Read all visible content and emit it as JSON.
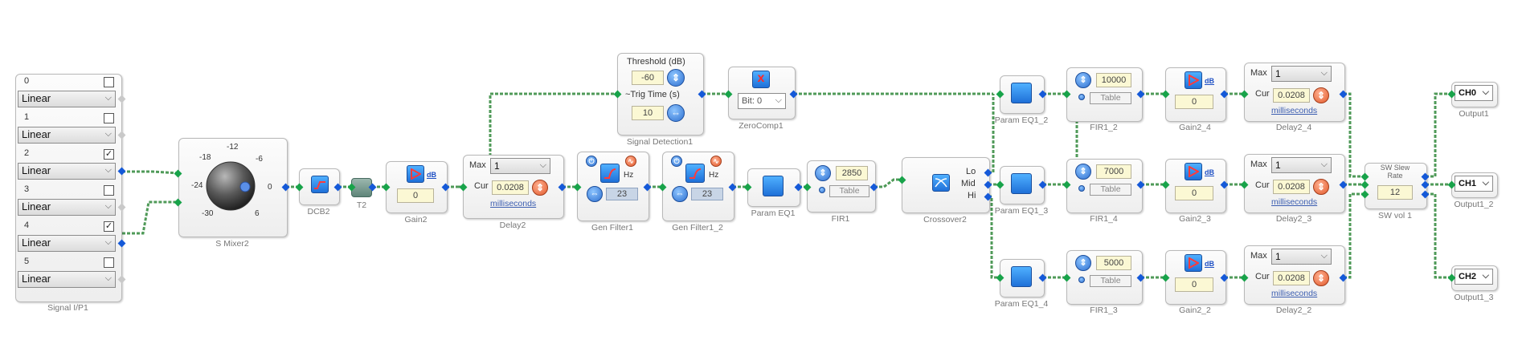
{
  "colors": {
    "wire": "#4f9a58",
    "input_port": "#18a34a",
    "output_port": "#1559d8",
    "value_bg": "#fbf8d4"
  },
  "signal_input": {
    "caption": "Signal I/P1",
    "channels": [
      {
        "num": "0",
        "mode": "Linear",
        "checked": ""
      },
      {
        "num": "1",
        "mode": "Linear",
        "checked": ""
      },
      {
        "num": "2",
        "mode": "Linear",
        "checked": "✓"
      },
      {
        "num": "3",
        "mode": "Linear",
        "checked": ""
      },
      {
        "num": "4",
        "mode": "Linear",
        "checked": "✓"
      },
      {
        "num": "5",
        "mode": "Linear",
        "checked": ""
      }
    ]
  },
  "s_mixer": {
    "caption": "S Mixer2",
    "ticks": [
      "-12",
      "-18",
      "-6",
      "-24",
      "0",
      "-30",
      "6"
    ],
    "knob_icon": "knob-icon"
  },
  "dcb": {
    "caption": "DCB2",
    "icon": "dc-block-icon"
  },
  "t2": {
    "caption": "T2"
  },
  "gain2": {
    "caption": "Gain2",
    "value": "0",
    "unit": "dB"
  },
  "delay2": {
    "caption": "Delay2",
    "max_label": "Max",
    "max_value": "1",
    "cur_label": "Cur",
    "cur_value": "0.0208",
    "unit": "milliseconds"
  },
  "signal_detection": {
    "caption": "Signal Detection1",
    "threshold_label": "Threshold (dB)",
    "threshold_value": "-60",
    "trig_label": "~Trig Time (s)",
    "trig_value": "10"
  },
  "zerocomp": {
    "caption": "ZeroComp1",
    "bit_label": "Bit: 0"
  },
  "gen_filter1": {
    "caption": "Gen Filter1",
    "hz": "Hz",
    "value": "23"
  },
  "gen_filter1_2": {
    "caption": "Gen Filter1_2",
    "hz": "Hz",
    "value": "23"
  },
  "param_eq1": {
    "caption": "Param EQ1"
  },
  "fir1": {
    "caption": "FIR1",
    "value": "2850",
    "table": "Table"
  },
  "crossover2": {
    "caption": "Crossover2",
    "lo": "Lo",
    "mid": "Mid",
    "hi": "Hi"
  },
  "param_eq1_2": {
    "caption": "Param EQ1_2"
  },
  "param_eq1_3": {
    "caption": "Param EQ1_3"
  },
  "param_eq1_4": {
    "caption": "Param EQ1_4"
  },
  "fir1_2": {
    "caption": "FIR1_2",
    "value": "10000",
    "table": "Table"
  },
  "fir1_4": {
    "caption": "FIR1_4",
    "value": "7000",
    "table": "Table"
  },
  "fir1_3": {
    "caption": "FIR1_3",
    "value": "5000",
    "table": "Table"
  },
  "gain2_4": {
    "caption": "Gain2_4",
    "value": "0",
    "unit": "dB"
  },
  "gain2_3": {
    "caption": "Gain2_3",
    "value": "0",
    "unit": "dB"
  },
  "gain2_2": {
    "caption": "Gain2_2",
    "value": "0",
    "unit": "dB"
  },
  "delay2_4": {
    "caption": "Delay2_4",
    "max_label": "Max",
    "max_value": "1",
    "cur_label": "Cur",
    "cur_value": "0.0208",
    "unit": "milliseconds"
  },
  "delay2_3": {
    "caption": "Delay2_3",
    "max_label": "Max",
    "max_value": "1",
    "cur_label": "Cur",
    "cur_value": "0.0208",
    "unit": "milliseconds"
  },
  "delay2_2": {
    "caption": "Delay2_2",
    "max_label": "Max",
    "max_value": "1",
    "cur_label": "Cur",
    "cur_value": "0.0208",
    "unit": "milliseconds"
  },
  "sw_vol": {
    "caption": "SW vol 1",
    "title": "SW Slew Rate",
    "value": "12"
  },
  "output1": {
    "caption": "Output1",
    "channel": "CH0"
  },
  "output1_2": {
    "caption": "Output1_2",
    "channel": "CH1"
  },
  "output1_3": {
    "caption": "Output1_3",
    "channel": "CH2"
  }
}
